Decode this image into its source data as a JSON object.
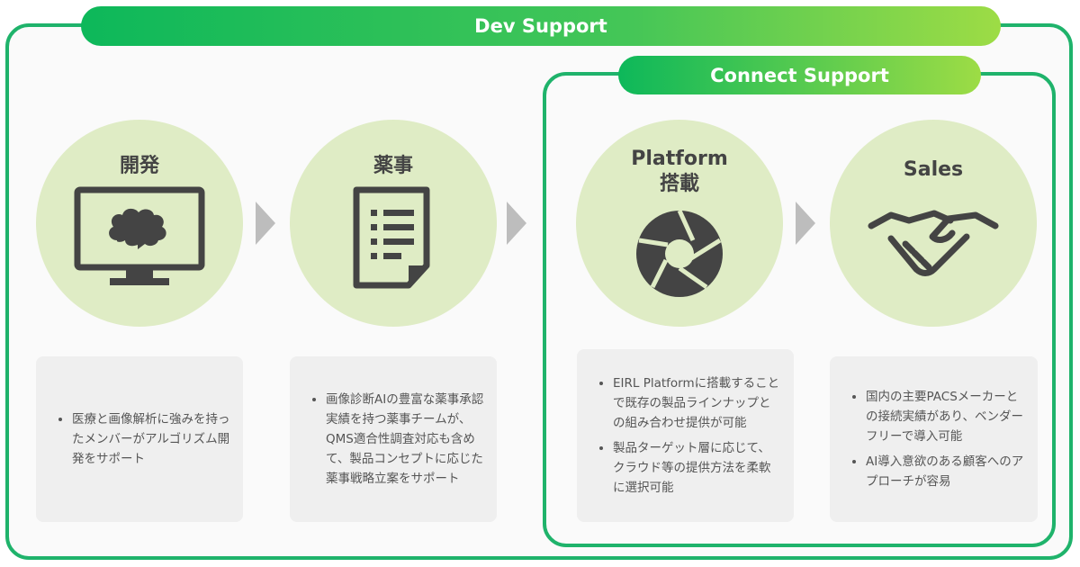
{
  "dev_support": {
    "label": "Dev Support"
  },
  "connect_support": {
    "label": "Connect Support"
  },
  "steps": [
    {
      "title": "開発",
      "icon": "monitor-brain-icon",
      "bullets": [
        "医療と画像解析に強みを持ったメンバーがアルゴリズム開発をサポート"
      ]
    },
    {
      "title": "薬事",
      "icon": "document-list-icon",
      "bullets": [
        "画像診断AIの豊富な薬事承認実績を持つ薬事チームが、QMS適合性調査対応も含めて、製品コンセプトに応じた薬事戦略立案をサポート"
      ]
    },
    {
      "title": "Platform",
      "title2": "搭載",
      "icon": "aperture-icon",
      "bullets": [
        "EIRL Platformに搭載することで既存の製品ラインナップとの組み合わせ提供が可能",
        "製品ターゲット層に応じて、クラウド等の提供方法を柔軟に選択可能"
      ]
    },
    {
      "title": "Sales",
      "icon": "handshake-icon",
      "bullets": [
        "国内の主要PACSメーカーとの接続実績があり、ベンダーフリーで導入可能",
        "AI導入意欲のある顧客へのアプローチが容易"
      ]
    }
  ],
  "colors": {
    "green": "#1fb36b",
    "circle": "#dfecc5",
    "arrow": "#bdbdbd"
  }
}
